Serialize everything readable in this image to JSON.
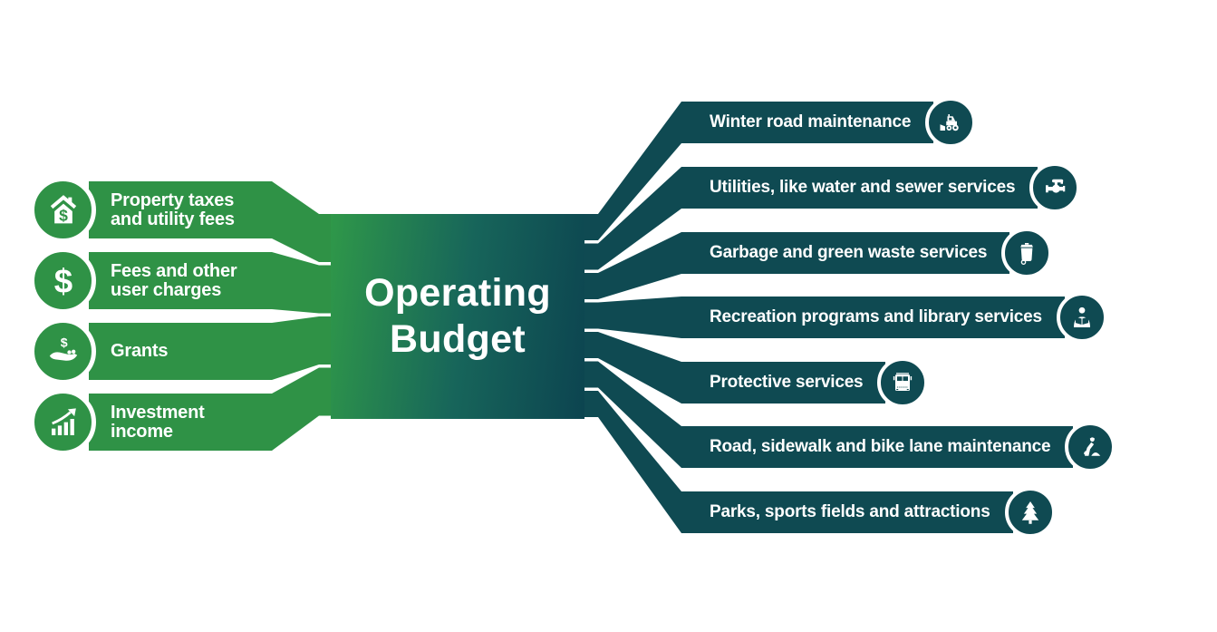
{
  "colors": {
    "input_green": "#2f9246",
    "output_teal": "#0f4a52",
    "box_gradient_start": "#2f9849",
    "box_gradient_end": "#0c4450",
    "text": "#ffffff",
    "background": "#ffffff"
  },
  "center_box": {
    "line1": "Operating",
    "line2": "Budget"
  },
  "inputs": [
    {
      "line1": "Property taxes",
      "line2": "and utility fees",
      "icon": "house-dollar-icon"
    },
    {
      "line1": "Fees and other",
      "line2": "user charges",
      "icon": "dollar-sign-icon"
    },
    {
      "line1": "Grants",
      "line2": "",
      "icon": "hand-coins-icon"
    },
    {
      "line1": "Investment",
      "line2": "income",
      "icon": "growth-chart-icon"
    }
  ],
  "outputs": [
    {
      "label": "Winter road maintenance",
      "icon": "snowplow-icon"
    },
    {
      "label": "Utilities, like water and sewer services",
      "icon": "water-valve-icon"
    },
    {
      "label": "Garbage and green waste services",
      "icon": "garbage-bin-icon"
    },
    {
      "label": "Recreation programs and library services",
      "icon": "person-reading-icon"
    },
    {
      "label": "Protective services",
      "icon": "fire-truck-icon"
    },
    {
      "label": "Road, sidewalk and bike lane maintenance",
      "icon": "construction-worker-icon"
    },
    {
      "label": "Parks, sports fields and attractions",
      "icon": "pine-tree-icon"
    }
  ]
}
